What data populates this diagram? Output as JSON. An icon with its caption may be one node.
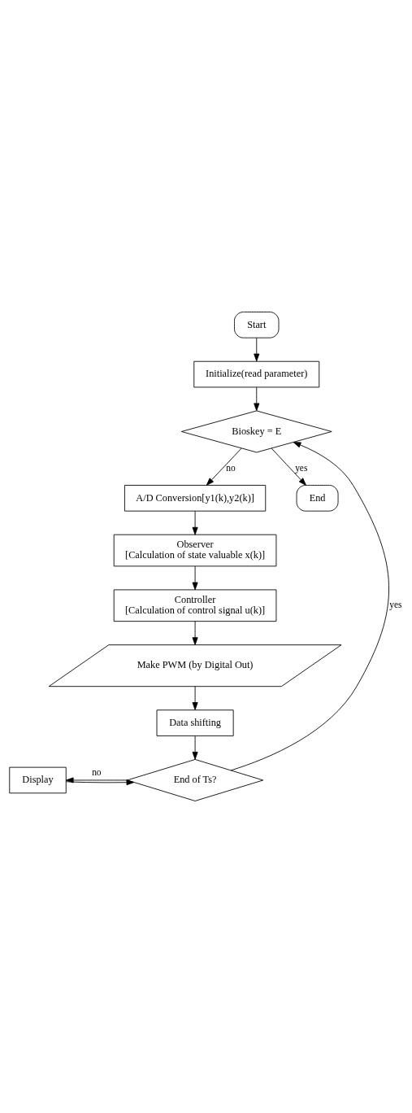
{
  "diagram": {
    "nodes": [
      {
        "text": [
          "Start"
        ]
      },
      {
        "text": [
          "Initialize(read parameter)"
        ]
      },
      {
        "text": [
          "Bioskey = E"
        ]
      },
      {
        "text": [
          "A/D Conversion[y1(k),y2(k)]"
        ]
      },
      {
        "text": [
          "Observer",
          "[Calculation of state valuable x(k)]"
        ]
      },
      {
        "text": [
          "Controller",
          "[Calculation of control signal u(k)]"
        ]
      },
      {
        "text": [
          "Make PWM (by Digital Out)"
        ]
      },
      {
        "text": [
          "Data shifting"
        ]
      },
      {
        "text": [
          "Display"
        ]
      },
      {
        "text": [
          "End of Ts?"
        ]
      },
      {
        "text": [
          "End"
        ]
      }
    ],
    "edges": [
      {
        "from": 0,
        "to": 1,
        "arrow": "to"
      },
      {
        "from": 1,
        "to": 2,
        "arrow": "to"
      },
      {
        "from": 2,
        "to": 3,
        "label": "no",
        "arrow": "to"
      },
      {
        "from": 3,
        "to": 4,
        "arrow": "to"
      },
      {
        "from": 4,
        "to": 5,
        "arrow": "to"
      },
      {
        "from": 5,
        "to": 6,
        "arrow": "to"
      },
      {
        "from": 6,
        "to": 7,
        "arrow": "to"
      },
      {
        "from": 7,
        "to": 9,
        "arrow": "to"
      },
      {
        "from": 8,
        "to": 9,
        "arrow": "to"
      },
      {
        "from": 9,
        "to": 8,
        "label": "no",
        "arrow": "to"
      },
      {
        "from": 9,
        "to": 2,
        "label": "yes",
        "arrow": "to"
      },
      {
        "from": 2,
        "to": 10,
        "label": "yes",
        "arrow": "to"
      }
    ]
  }
}
